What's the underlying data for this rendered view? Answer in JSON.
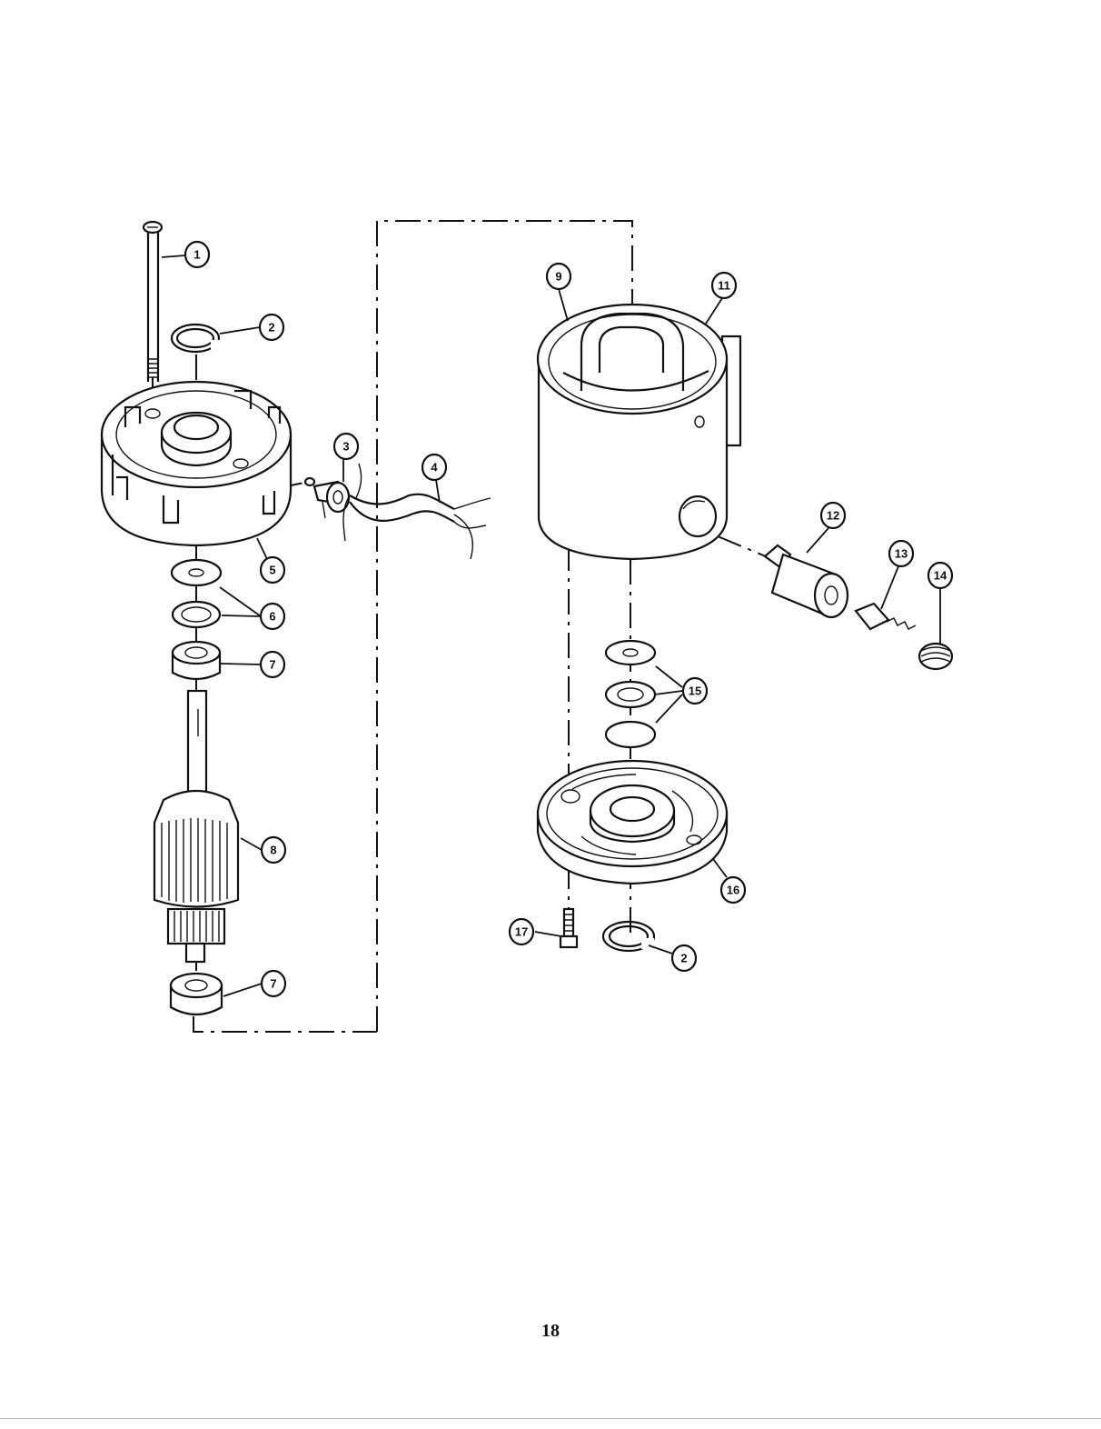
{
  "page": {
    "number": "18"
  },
  "callouts": [
    {
      "id": "c1",
      "label": "1"
    },
    {
      "id": "c2a",
      "label": "2"
    },
    {
      "id": "c3",
      "label": "3"
    },
    {
      "id": "c4",
      "label": "4"
    },
    {
      "id": "c5",
      "label": "5"
    },
    {
      "id": "c6",
      "label": "6"
    },
    {
      "id": "c7a",
      "label": "7"
    },
    {
      "id": "c8",
      "label": "8"
    },
    {
      "id": "c7b",
      "label": "7"
    },
    {
      "id": "c9",
      "label": "9"
    },
    {
      "id": "c11",
      "label": "11"
    },
    {
      "id": "c12",
      "label": "12"
    },
    {
      "id": "c13",
      "label": "13"
    },
    {
      "id": "c14",
      "label": "14"
    },
    {
      "id": "c15",
      "label": "15"
    },
    {
      "id": "c16",
      "label": "16"
    },
    {
      "id": "c17",
      "label": "17"
    },
    {
      "id": "c2b",
      "label": "2"
    }
  ]
}
